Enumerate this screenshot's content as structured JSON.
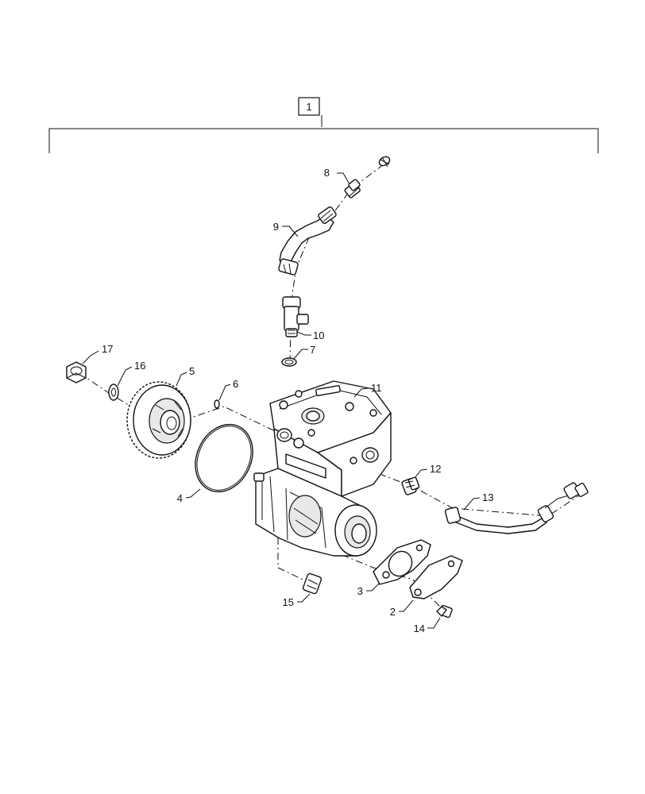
{
  "diagram": {
    "assembly_label": "1",
    "callouts": [
      {
        "id": "2",
        "part": "gasket-plate"
      },
      {
        "id": "3",
        "part": "flange-gasket"
      },
      {
        "id": "4",
        "part": "o-ring"
      },
      {
        "id": "5",
        "part": "drive-gear"
      },
      {
        "id": "6",
        "part": "small-key-pin"
      },
      {
        "id": "7",
        "part": "sealing-ring"
      },
      {
        "id": "8",
        "part": "elbow-connector"
      },
      {
        "id": "9",
        "part": "bent-tube"
      },
      {
        "id": "10",
        "part": "tee-fitting"
      },
      {
        "id": "11",
        "part": "air-compressor"
      },
      {
        "id": "12",
        "part": "adapter-fitting"
      },
      {
        "id": "13",
        "part": "coolant-line"
      },
      {
        "id": "14",
        "part": "bolt"
      },
      {
        "id": "15",
        "part": "bolt"
      },
      {
        "id": "16",
        "part": "washer"
      },
      {
        "id": "17",
        "part": "nut"
      }
    ]
  }
}
